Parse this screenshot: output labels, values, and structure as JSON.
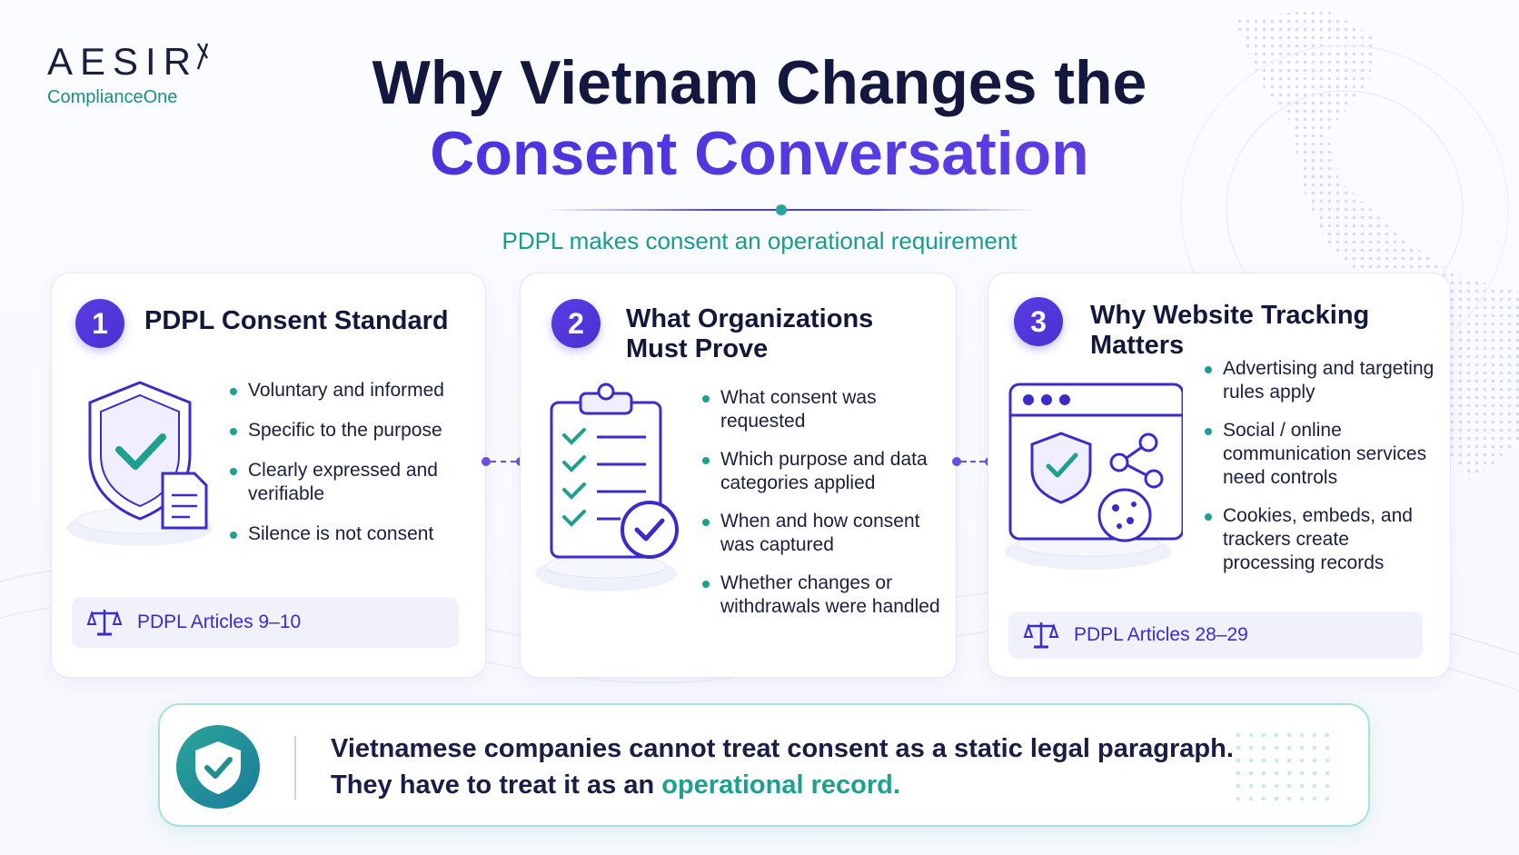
{
  "logo": {
    "brand": "AESIR",
    "product": "ComplianceOne"
  },
  "header": {
    "title_line1": "Why Vietnam Changes the",
    "title_line2": "Consent Conversation",
    "subtitle": "PDPL makes consent an operational requirement"
  },
  "cards": [
    {
      "number": "1",
      "title": "PDPL Consent Standard",
      "bullets": [
        "Voluntary and informed",
        "Specific to the purpose",
        "Clearly expressed and verifiable",
        "Silence is not consent"
      ],
      "reference": "PDPL Articles 9–10"
    },
    {
      "number": "2",
      "title": "What Organizations Must Prove",
      "bullets": [
        "What consent was requested",
        "Which purpose and data categories applied",
        "When and how consent was captured",
        "Whether changes or withdrawals were handled"
      ]
    },
    {
      "number": "3",
      "title": "Why Website Tracking Matters",
      "bullets": [
        "Advertising and targeting rules apply",
        "Social / online communication services need controls",
        "Cookies, embeds, and trackers create processing records"
      ],
      "reference": "PDPL Articles 28–29"
    }
  ],
  "banner": {
    "line1": "Vietnamese companies cannot treat consent as a static legal paragraph.",
    "line2_prefix": "They have to treat it as an ",
    "line2_highlight": "operational record."
  },
  "colors": {
    "primary": "#4a2fcf",
    "teal": "#1f9f8e",
    "navy": "#14183f"
  }
}
